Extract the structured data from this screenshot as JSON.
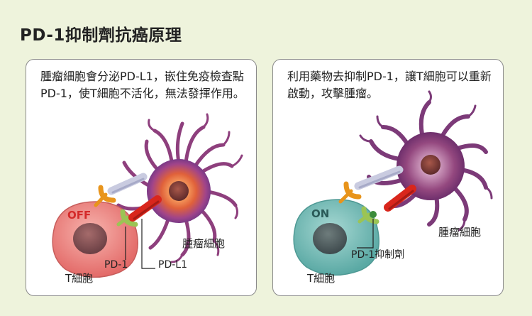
{
  "title": "PD-1抑制劑抗癌原理",
  "left_panel": {
    "description": "腫瘤細胞會分泌PD-L1，嵌住免疫檢查點PD-1，使T細胞不活化，無法發揮作用。",
    "state_badge": "OFF",
    "tumor_label": "腫瘤細胞",
    "pd1_label": "PD-1",
    "pdl1_label": "PD-L1",
    "tcell_label": "T細胞"
  },
  "right_panel": {
    "description": "利用藥物去抑制PD-1，讓T細胞可以重新啟動，攻擊腫瘤。",
    "state_badge": "ON",
    "tumor_label": "腫瘤細胞",
    "inhibitor_label": "PD-1抑制劑",
    "tcell_label": "T細胞"
  },
  "colors": {
    "background": "#eef3dc",
    "tcell_off": "#ef8d8a",
    "tcell_on": "#76bdb8",
    "tumor": "#8e3f7d",
    "off_text": "#d42a2a",
    "on_text": "#2a5a58",
    "pdl1_red": "#d9261c",
    "pd1_green": "#9bc454",
    "receptor_orange": "#e8941b"
  }
}
